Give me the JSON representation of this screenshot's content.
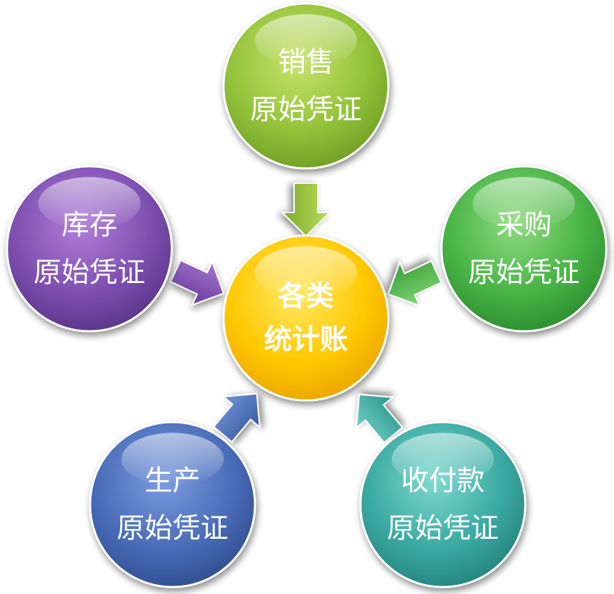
{
  "center": {
    "lines": [
      "各类",
      "统计账"
    ],
    "color": "#f7b800"
  },
  "nodes": [
    {
      "id": "sales",
      "lines": [
        "销售",
        "原始凭证"
      ],
      "color": "#7fae2d"
    },
    {
      "id": "purchase",
      "lines": [
        "采购",
        "原始凭证"
      ],
      "color": "#38a53d"
    },
    {
      "id": "receipts",
      "lines": [
        "收付款",
        "原始凭证"
      ],
      "color": "#2e9d96"
    },
    {
      "id": "production",
      "lines": [
        "生产",
        "原始凭证"
      ],
      "color": "#3d5ea8"
    },
    {
      "id": "inventory",
      "lines": [
        "库存",
        "原始凭证"
      ],
      "color": "#6e3f9e"
    }
  ]
}
